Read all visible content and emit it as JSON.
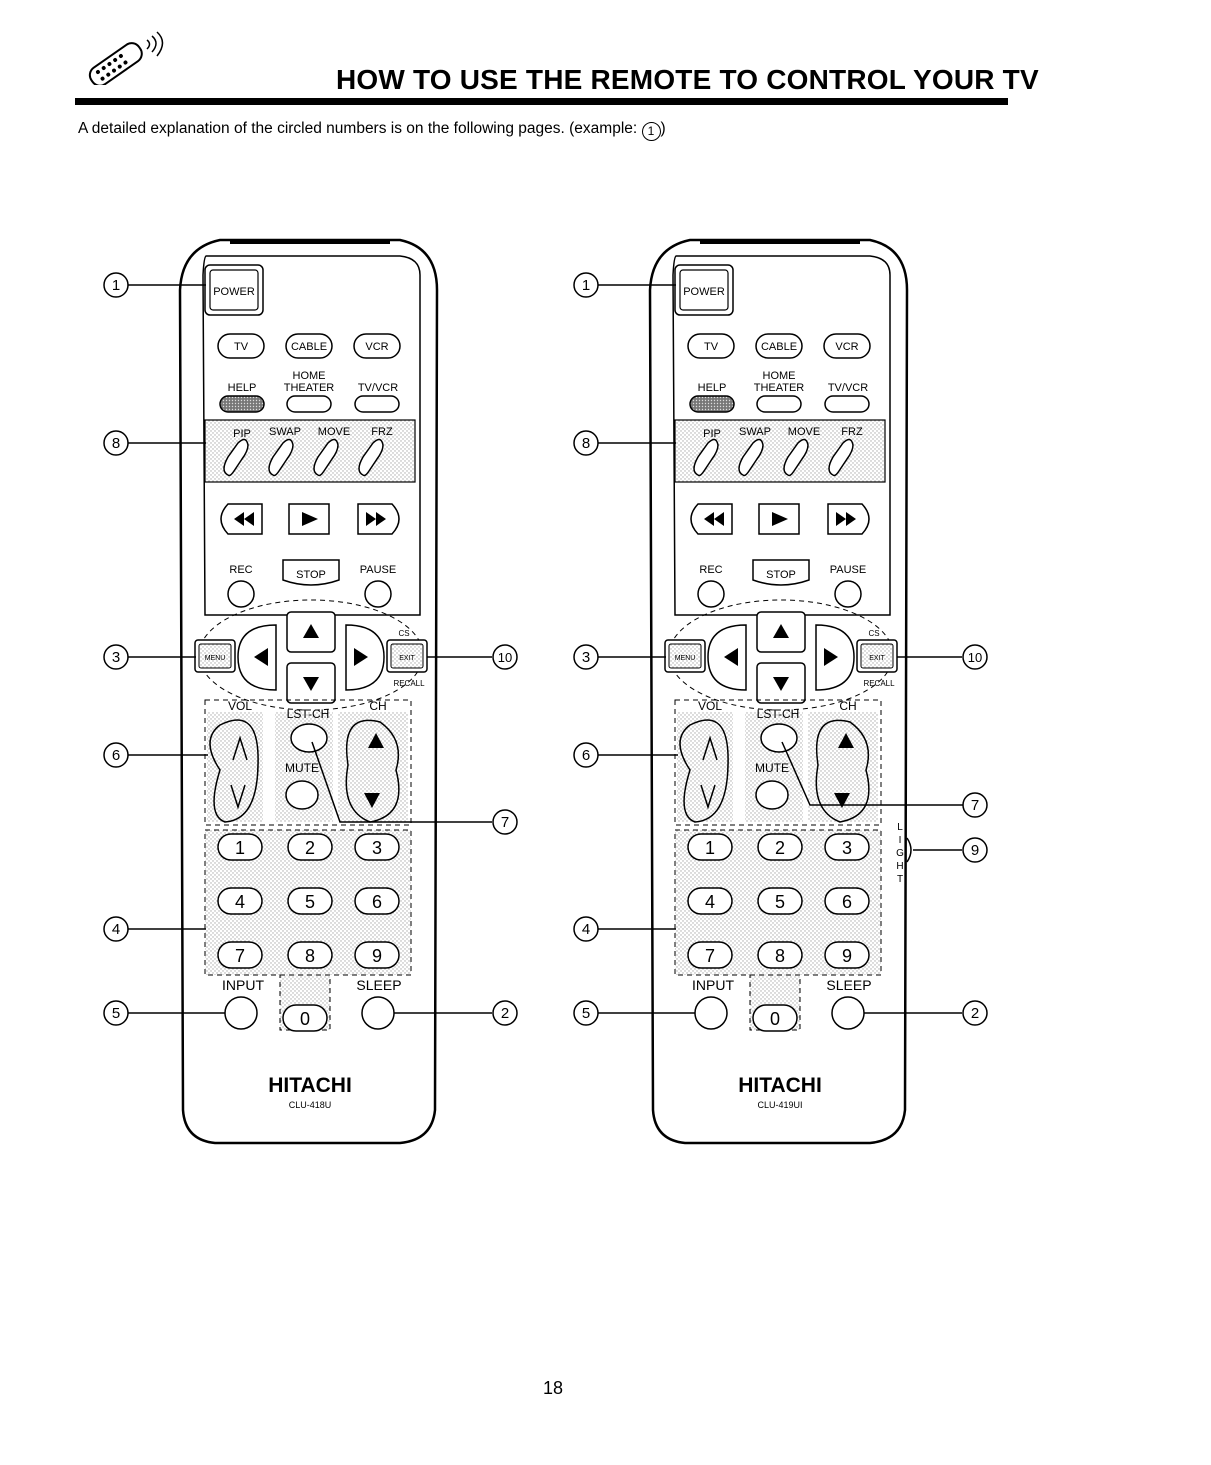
{
  "header": {
    "title": "HOW TO USE THE REMOTE TO CONTROL YOUR TV",
    "intro": "A detailed explanation of the circled numbers is on the following pages. (example: ",
    "intro_example": "1",
    "intro_end": ")"
  },
  "buttons": {
    "power": "POWER",
    "tv": "TV",
    "cable": "CABLE",
    "vcr": "VCR",
    "home": "HOME",
    "theater": "THEATER",
    "help": "HELP",
    "tvvcr": "TV/VCR",
    "pip": "PIP",
    "swap": "SWAP",
    "move": "MOVE",
    "frz": "FRZ",
    "rec": "REC",
    "stop": "STOP",
    "pause": "PAUSE",
    "menu": "MENU",
    "exit": "EXIT",
    "cs": "CS",
    "recall": "RECALL",
    "vol": "VOL",
    "lstch": "LST-CH",
    "ch": "CH",
    "mute": "MUTE",
    "input": "INPUT",
    "sleep": "SLEEP",
    "digits": [
      "1",
      "2",
      "3",
      "4",
      "5",
      "6",
      "7",
      "8",
      "9"
    ],
    "zero": "0",
    "brand": "HITACHI",
    "light": [
      "L",
      "I",
      "G",
      "H",
      "T"
    ]
  },
  "remotes": [
    {
      "model": "CLU-418U"
    },
    {
      "model": "CLU-419UI"
    }
  ],
  "callouts": {
    "power": "1",
    "sleep": "2",
    "menu": "3",
    "digits": "4",
    "input": "5",
    "vol": "6",
    "lstch": "7",
    "pip": "8",
    "light": "9",
    "exit": "10"
  },
  "page_number": "18"
}
